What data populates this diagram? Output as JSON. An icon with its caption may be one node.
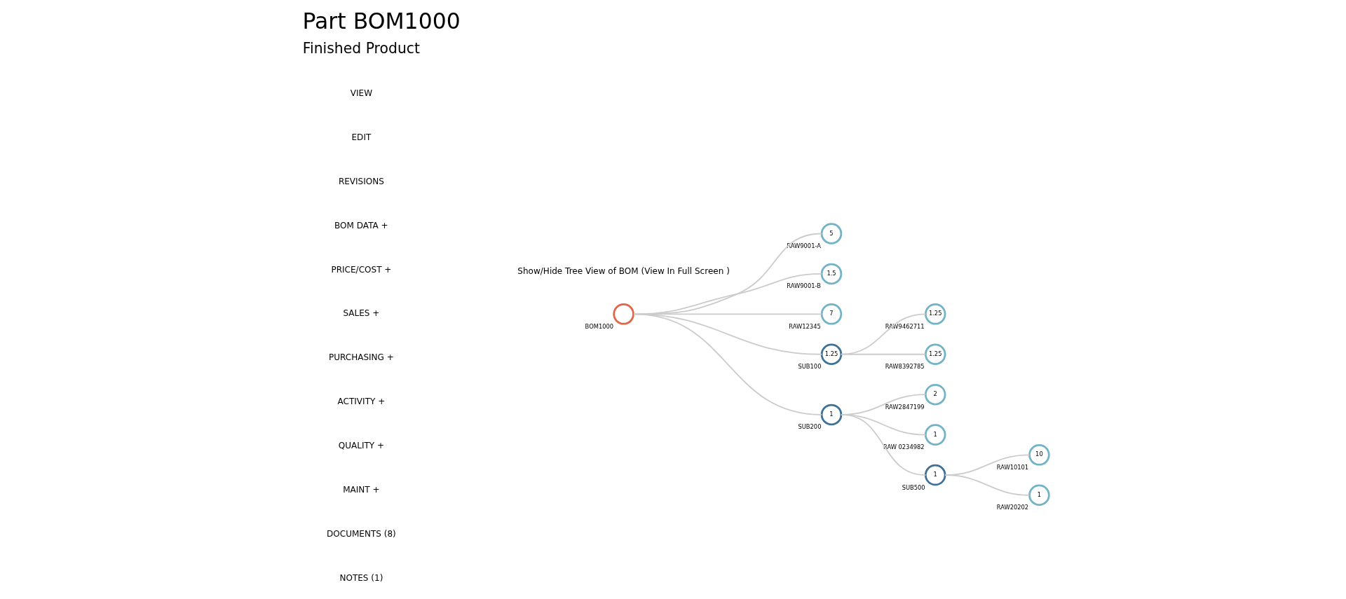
{
  "diagram": {
    "title": "Part BOM1000",
    "nodes": [
      {
        "text": [],
        "shape": "circle",
        "beside": [
          "BOM1000"
        ]
      },
      {
        "text": [
          "5"
        ],
        "beside": [
          "RAW9001-A"
        ]
      },
      {
        "text": [
          "1.5"
        ],
        "beside": [
          "RAW9001-B"
        ]
      },
      {
        "text": [
          "7"
        ],
        "beside": [
          "RAW12345"
        ]
      },
      {
        "text": [
          "1.25"
        ],
        "beside": [
          "SUB100"
        ]
      },
      {
        "text": [
          "1.25"
        ],
        "beside": [
          "RAW9462711"
        ]
      },
      {
        "text": [
          "1.25"
        ],
        "beside": [
          "RAW8392785"
        ]
      },
      {
        "text": [
          "1"
        ],
        "beside": [
          "SUB200"
        ]
      },
      {
        "text": [
          "2"
        ],
        "beside": [
          "RAW2847199"
        ]
      },
      {
        "text": [
          "1"
        ],
        "beside": [
          "RAW 0234982"
        ]
      },
      {
        "text": [
          "1"
        ],
        "beside": [
          "SUB500"
        ]
      },
      {
        "text": [
          "10"
        ],
        "beside": [
          "RAW10101"
        ]
      },
      {
        "text": [
          "1"
        ],
        "beside": [
          "RAW20202"
        ]
      }
    ],
    "edges": [
      {
        "from": 0,
        "to": 1,
        "arrow": "none"
      },
      {
        "from": 0,
        "to": 2,
        "arrow": "none"
      },
      {
        "from": 0,
        "to": 3,
        "arrow": "none"
      },
      {
        "from": 0,
        "to": 4,
        "arrow": "none"
      },
      {
        "from": 4,
        "to": 5,
        "arrow": "none"
      },
      {
        "from": 4,
        "to": 6,
        "arrow": "none"
      },
      {
        "from": 0,
        "to": 7,
        "arrow": "none"
      },
      {
        "from": 7,
        "to": 8,
        "arrow": "none"
      },
      {
        "from": 7,
        "to": 9,
        "arrow": "none"
      },
      {
        "from": 7,
        "to": 10,
        "arrow": "none"
      },
      {
        "from": 10,
        "to": 11,
        "arrow": "none"
      },
      {
        "from": 10,
        "to": 12,
        "arrow": "none"
      }
    ],
    "labels": [
      "Finished Product",
      "VIEW",
      "Show/Hide Tree View of BOM (View In Full Screen )",
      "EDIT",
      "REVISIONS",
      "BOM DATA +",
      "PRICE/COST +",
      "SALES +",
      "PURCHASING +",
      "ACTIVITY +",
      "QUALITY +",
      "MAINT +",
      "DOCUMENTS (8)",
      "NOTES (1)"
    ]
  }
}
